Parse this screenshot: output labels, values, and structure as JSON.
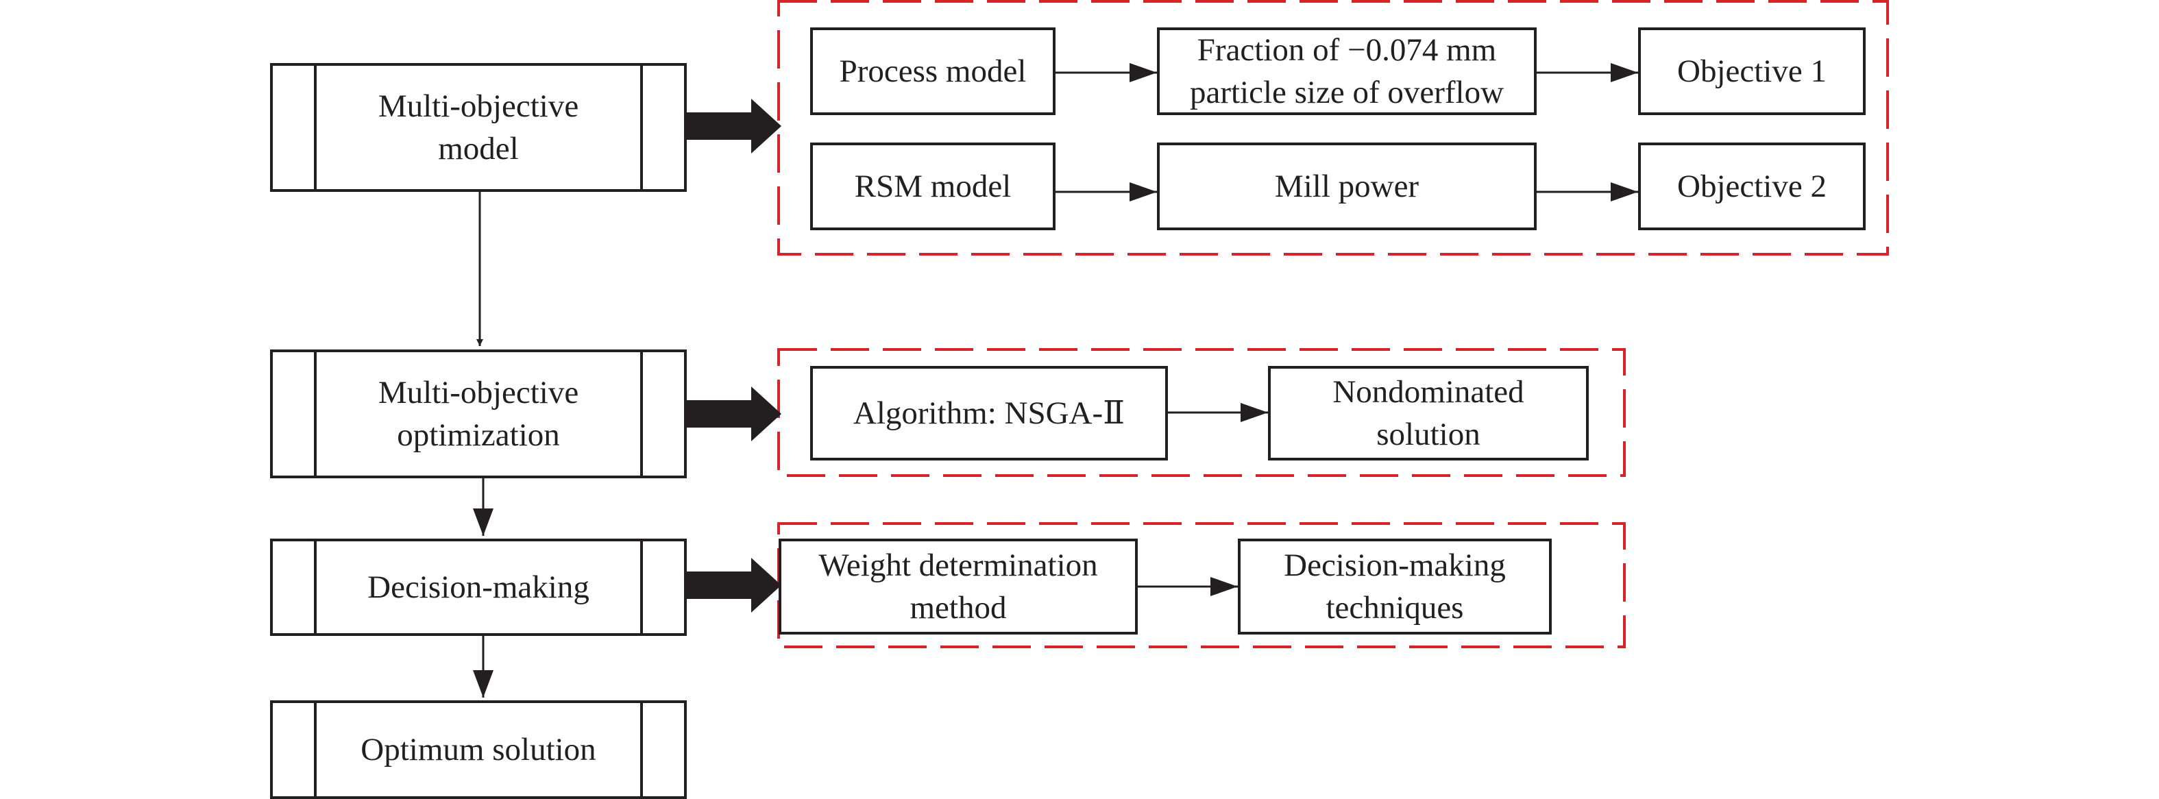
{
  "stages": {
    "model": "Multi-objective\nmodel",
    "optimization": "Multi-objective\noptimization",
    "decision": "Decision-making",
    "optimum": "Optimum solution"
  },
  "model_group": {
    "process_model": "Process model",
    "fraction": "Fraction of −0.074 mm\nparticle size of overflow",
    "objective1": "Objective 1",
    "rsm_model": "RSM model",
    "mill_power": "Mill power",
    "objective2": "Objective 2"
  },
  "optimization_group": {
    "algorithm": "Algorithm: NSGA-Ⅱ",
    "nondominated": "Nondominated\nsolution"
  },
  "decision_group": {
    "weight": "Weight determination\nmethod",
    "techniques": "Decision-making\ntechniques"
  },
  "colors": {
    "line": "#231f20",
    "dashed_border": "#d7242a"
  }
}
